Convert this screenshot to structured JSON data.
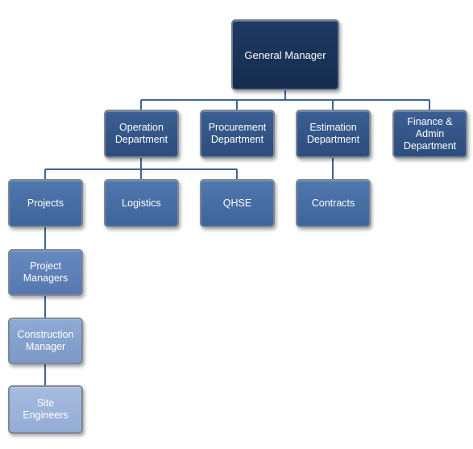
{
  "org_chart": {
    "general_manager": "General Manager",
    "departments": {
      "operation": "Operation Department",
      "procurement": "Procurement Department",
      "estimation": "Estimation Department",
      "finance_admin": "Finance & Admin Department"
    },
    "operation_units": {
      "projects": "Projects",
      "logistics": "Logistics",
      "qhse": "QHSE"
    },
    "estimation_units": {
      "contracts": "Contracts"
    },
    "project_chain": {
      "project_managers": "Project Managers",
      "construction_manager": "Construction Manager",
      "site_engineers": "Site Engineers"
    }
  }
}
